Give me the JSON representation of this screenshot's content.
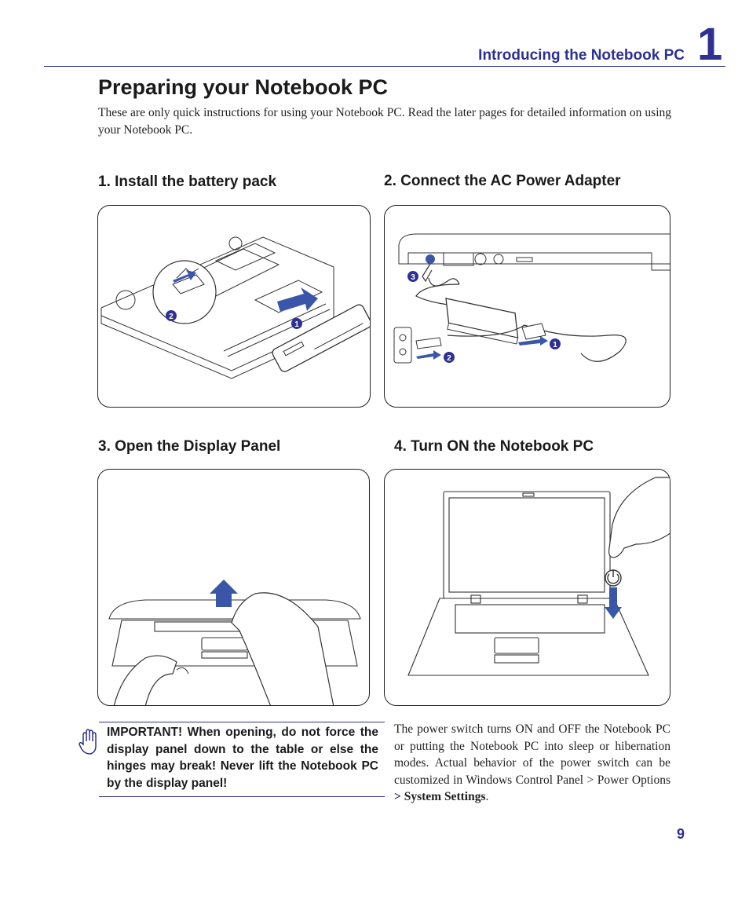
{
  "header": {
    "chapter_title": "Introducing the Notebook PC",
    "chapter_number": "1"
  },
  "page_title": "Preparing your Notebook PC",
  "intro": "These are only quick instructions for using your Notebook PC. Read the later pages for detailed information on using your Notebook PC.",
  "steps": [
    {
      "heading": "1. Install the battery pack"
    },
    {
      "heading": "2. Connect the AC Power Adapter"
    },
    {
      "heading": "3. Open the Display Panel"
    },
    {
      "heading": "4. Turn ON the Notebook PC"
    }
  ],
  "callouts": {
    "one": "1",
    "two": "2",
    "three": "3"
  },
  "important": {
    "icon": "hand-icon",
    "text": "IMPORTANT!  When opening, do not force the display panel down to the table or else the hinges may break! Never lift the Notebook PC by the display panel!"
  },
  "note": {
    "text": "The power switch turns ON and OFF the Notebook PC or putting the Notebook PC into sleep or hibernation modes. Actual behavior of the power switch can be customized in Windows Control Panel > Power Options ",
    "emphasis": "> System Settings",
    "end": "."
  },
  "page_number": "9",
  "colors": {
    "accent": "#2e3192",
    "text": "#231f20"
  }
}
